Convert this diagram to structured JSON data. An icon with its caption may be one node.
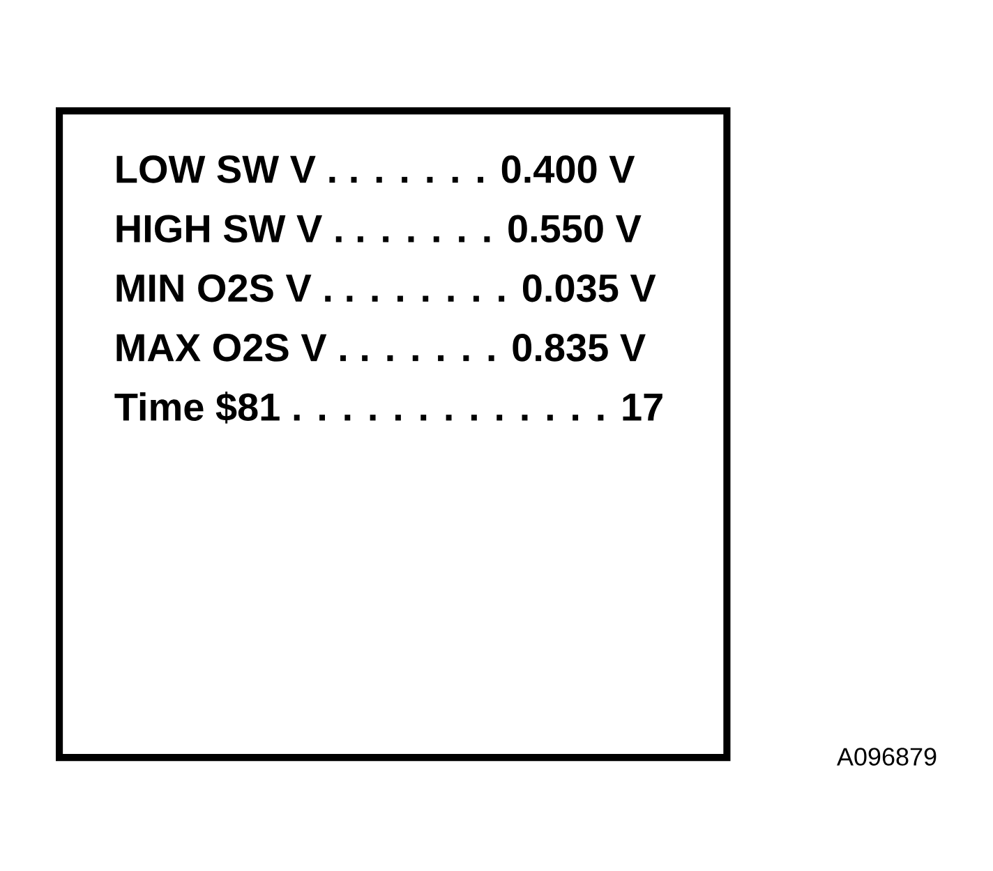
{
  "diagram": {
    "nodes": [
      {
        "text": [
          "LOW SW V . . . . . . . 0.400 V",
          "HIGH SW V . . . . . . . 0.550 V",
          "MIN O2S V . . . . . . . . 0.035 V",
          "MAX O2S V . . . . . . . 0.835 V",
          "Time $81 . . . . . . . . . . . . . 17"
        ]
      }
    ],
    "edges": [],
    "labels": [
      "A096879"
    ]
  }
}
